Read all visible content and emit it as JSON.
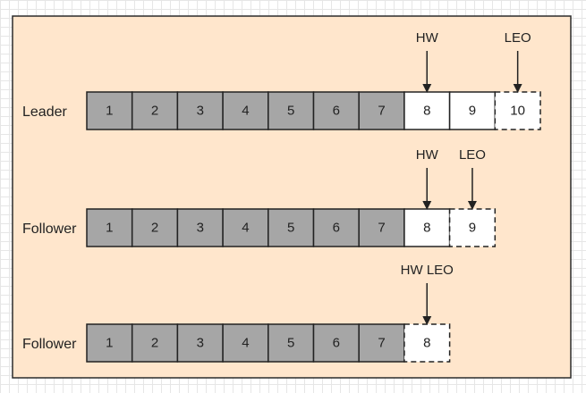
{
  "rows": [
    {
      "label": "Leader",
      "committed": [
        "1",
        "2",
        "3",
        "4",
        "5",
        "6",
        "7"
      ],
      "written": [
        "8",
        "9"
      ],
      "next": "10",
      "markers": [
        {
          "text": "HW",
          "points_to": "8"
        },
        {
          "text": "LEO",
          "points_to": "10"
        }
      ]
    },
    {
      "label": "Follower",
      "committed": [
        "1",
        "2",
        "3",
        "4",
        "5",
        "6",
        "7"
      ],
      "written": [
        "8"
      ],
      "next": "9",
      "markers": [
        {
          "text": "HW",
          "points_to": "8"
        },
        {
          "text": "LEO",
          "points_to": "9"
        }
      ]
    },
    {
      "label": "Follower",
      "committed": [
        "1",
        "2",
        "3",
        "4",
        "5",
        "6",
        "7"
      ],
      "written": [],
      "next": "8",
      "markers": [
        {
          "text": "HW LEO",
          "points_to": "8"
        }
      ]
    }
  ],
  "colors": {
    "frame_fill": "#ffe6cc",
    "committed_fill": "#a6a6a6",
    "written_fill": "#ffffff",
    "stroke": "#222222"
  }
}
